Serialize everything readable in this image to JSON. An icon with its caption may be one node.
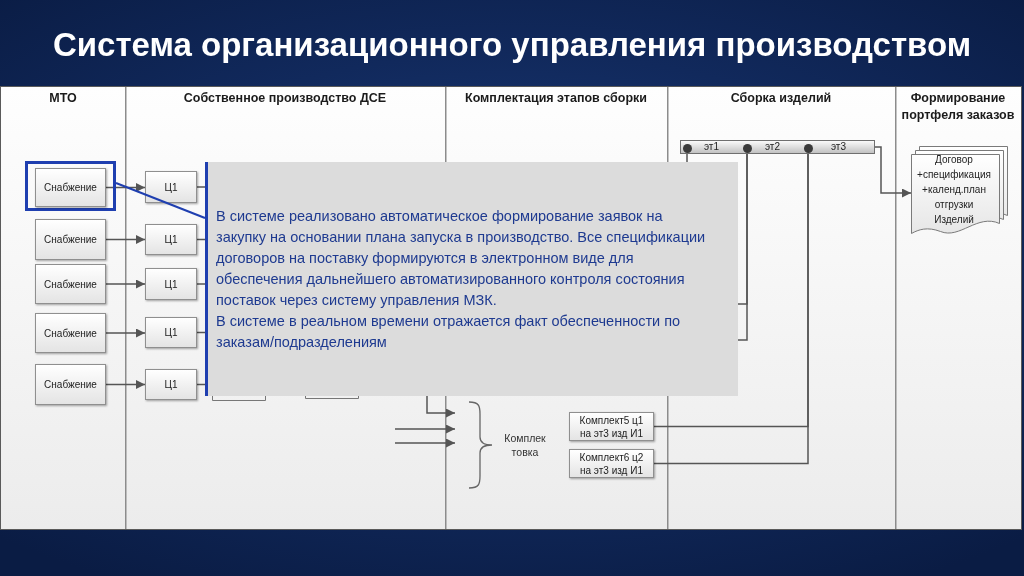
{
  "diagram": {
    "title": "Система организационного управления производством",
    "nodes": [
      {
        "text": [
          "МТО"
        ]
      },
      {
        "text": [],
        "shape": "box"
      },
      {
        "text": [
          "Снабжение"
        ],
        "in": 1
      },
      {
        "text": [
          "Снабжение"
        ]
      },
      {
        "text": [
          "Снабжение"
        ]
      },
      {
        "text": [
          "Снабжение"
        ]
      },
      {
        "text": [
          "Снабжение"
        ]
      },
      {
        "text": [
          "Собственное производство ДСЕ"
        ]
      },
      {
        "text": [
          "Ц1"
        ]
      },
      {
        "text": [
          "Ц1"
        ]
      },
      {
        "text": [
          "Ц1"
        ]
      },
      {
        "text": [
          "Ц1"
        ]
      },
      {
        "text": [
          "Ц1"
        ]
      },
      {
        "text": [
          "Комплектация этапов сборки"
        ]
      },
      {
        "text": [
          "Комплек товка"
        ]
      },
      {
        "text": [
          "Комплект5 ц1 на эт3 изд И1"
        ]
      },
      {
        "text": [
          "Комплект6 ц2 на эт3 изд И1"
        ]
      },
      {
        "text": [
          "Сборка изделий"
        ]
      },
      {
        "text": [
          "эт1"
        ]
      },
      {
        "text": [
          "эт2"
        ]
      },
      {
        "text": [
          "эт3"
        ]
      },
      {
        "text": [
          "Формирование портфеля заказов"
        ]
      },
      {
        "text": [
          "Договор +спецификация +календ.план отгрузки Изделий"
        ]
      },
      {
        "text": [
          "В системе реализовано автоматическое формирование заявок на закупку на основании плана запуска в производство. Все спецификации договоров на поставку формируются в электронном виде для обеспечения дальнейшего автоматизированного контроля состояния поставок через систему управления МЗК.",
          "В системе в реальном времени отражается факт обеспеченности по заказам/подразделениям"
        ]
      }
    ],
    "edges": [
      {
        "from": 2,
        "to": 8,
        "arrow": "to"
      },
      {
        "from": 3,
        "to": 9,
        "arrow": "to"
      },
      {
        "from": 4,
        "to": 10,
        "arrow": "to"
      },
      {
        "from": 5,
        "to": 11,
        "arrow": "to"
      },
      {
        "from": 6,
        "to": 12,
        "arrow": "to"
      },
      {
        "from": 8,
        "to": 23,
        "arrow": "none"
      },
      {
        "from": 9,
        "to": 23,
        "arrow": "none"
      },
      {
        "from": 10,
        "to": 23,
        "arrow": "none"
      },
      {
        "from": 11,
        "to": 23,
        "arrow": "none"
      },
      {
        "from": 12,
        "to": 23,
        "arrow": "none"
      },
      {
        "from": 23,
        "to": 1,
        "arrow": "none",
        "color": "#1f3fb0"
      },
      {
        "from": 23,
        "to": 14,
        "arrow": "to"
      },
      {
        "from": null,
        "to": 14,
        "arrow": "to"
      },
      {
        "from": null,
        "to": 14,
        "arrow": "to"
      },
      {
        "from": 15,
        "to": 20,
        "arrow": "none"
      },
      {
        "from": 16,
        "to": 20,
        "arrow": "none"
      },
      {
        "from": 23,
        "to": 18,
        "arrow": "none"
      },
      {
        "from": 23,
        "to": 19,
        "arrow": "none"
      },
      {
        "from": 23,
        "to": 19,
        "arrow": "none"
      },
      {
        "from": 20,
        "to": 22,
        "arrow": "to"
      }
    ]
  }
}
